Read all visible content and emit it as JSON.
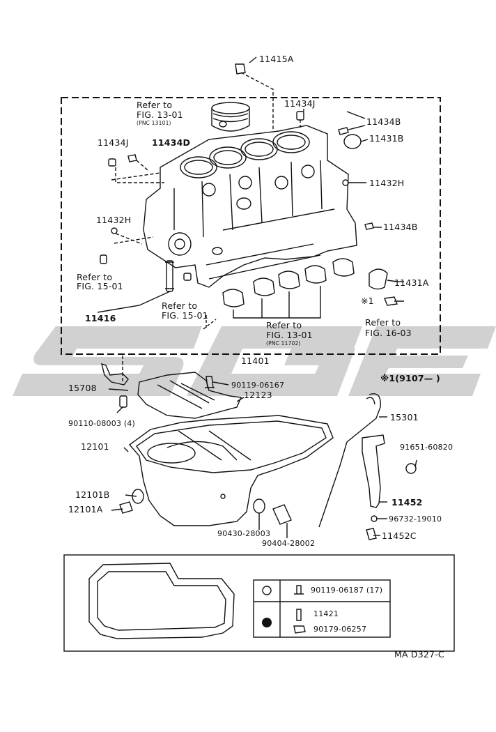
{
  "diagram": {
    "watermark": "SGE",
    "drawing_code": "MA D327-C"
  },
  "labels": {
    "p11415A": "11415A",
    "refer_fig13_top_a": "Refer to",
    "refer_fig13_top_b": "FIG. 13-01",
    "refer_fig13_top_pnc": "(PNC 13101)",
    "p11434J_top": "11434J",
    "p11434B_top": "11434B",
    "p11431B": "11431B",
    "p11434J_left": "11434J",
    "p11434D": "11434D",
    "p11432H_right": "11432H",
    "p11432H_left": "11432H",
    "p11434B_right": "11434B",
    "refer_fig15_a_1": "Refer to",
    "refer_fig15_a_2": "FIG. 15-01",
    "p11431A": "11431A",
    "p11416": "11416",
    "refer_fig15_b_1": "Refer to",
    "refer_fig15_b_2": "FIG. 15-01",
    "star_mark": "※1",
    "refer_fig13_bot_a": "Refer to",
    "refer_fig13_bot_b": "FIG. 13-01",
    "refer_fig13_bot_pnc": "(PNC 11702)",
    "refer_fig16_a": "Refer to",
    "refer_fig16_b": "FIG. 16-03",
    "p11401": "11401",
    "footnote": "※1(9107—      )",
    "p15708": "15708",
    "p90119_06167": "90119-06167",
    "p12123": "12123",
    "p90110_08003": "90110-08003 (4)",
    "p15301": "15301",
    "p12101": "12101",
    "p91651_60820": "91651-60820",
    "p11452": "11452",
    "p12101B": "12101B",
    "p12101A": "12101A",
    "p96732_19010": "96732-19010",
    "p11452C": "11452C",
    "p90430_28003": "90430-28003",
    "p90404_28002": "90404-28002"
  },
  "legend": {
    "open_circle_part": "90119-06187 (17)",
    "filled_circle_part_1": "11421",
    "filled_circle_part_2": "90179-06257"
  }
}
